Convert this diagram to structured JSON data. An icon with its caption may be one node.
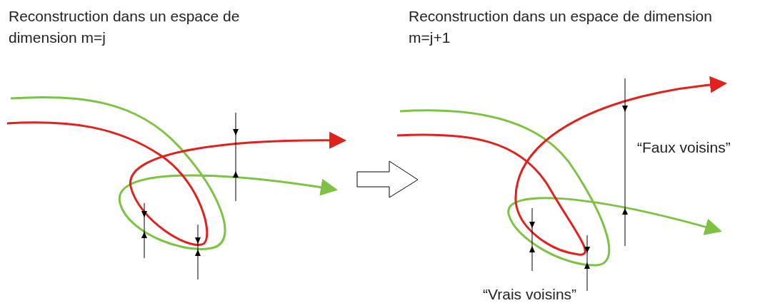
{
  "diagram": {
    "labels": [
      "Reconstruction dans un espace de dimension m=j",
      "Reconstruction dans un espace de dimension m=j+1",
      "“Faux voisins”",
      "“Vrais voisins”"
    ]
  }
}
